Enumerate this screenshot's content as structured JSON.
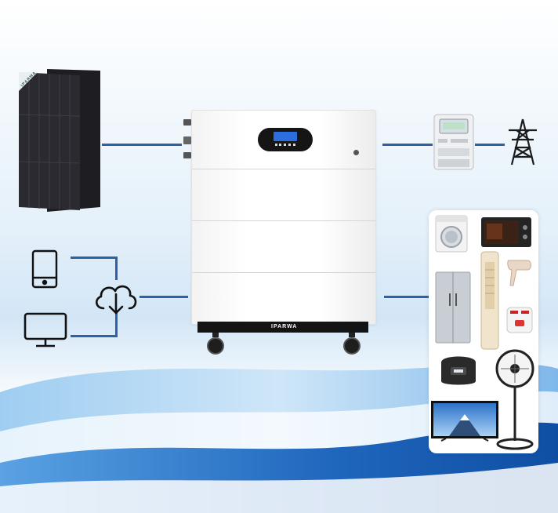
{
  "battery": {
    "brand_label": "IPARWA"
  },
  "solar_panel": {
    "brand_label": "IPARWA"
  },
  "icons": [
    "solar-panel-icon",
    "battery-system",
    "meter-icon",
    "transmission-tower-icon",
    "phone-icon",
    "monitor-icon",
    "cloud-download-icon",
    "appliances-panel"
  ],
  "colors": {
    "connector": "#2c62a7",
    "wave_dark": "#1e64b8",
    "wave_light": "#8cc3ef"
  }
}
